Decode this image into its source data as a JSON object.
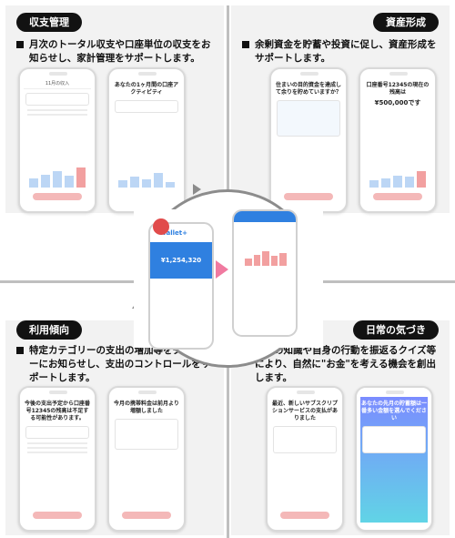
{
  "sections": {
    "income": {
      "title": "収支管理",
      "description": "月次のトータル収支や口座単位の収支をお知らせし、家計管理をサポートします。",
      "screen1": {
        "title": "11月の収入"
      },
      "screen2": {
        "title": "あなたの1ヶ月間の口座アクティビティ"
      }
    },
    "assets": {
      "title": "資産形成",
      "description": "余剰資金を貯蓄や投資に促し、資産形成をサポートします。",
      "screen1": {
        "headline": "住まいの目的資金を達成して余りを貯めていますか？"
      },
      "screen2": {
        "headline": "口座番号12345の現在の残高は",
        "amount": "¥500,000です"
      }
    },
    "trend": {
      "title": "利用傾向",
      "description": "特定カテゴリーの支出の増加等をタイムリーにお知らせし、支出のコントロールをサポートします。",
      "screen1": {
        "headline": "今後の支出予定から口座番号12345の残高は不足する可能性があります。"
      },
      "screen2": {
        "headline": "今月の携帯料金は前月より増額しました"
      }
    },
    "awareness": {
      "title": "日常の気づき",
      "description": "お金の知識や自身の行動を振返るクイズ等により、自然に\"お金\"を考える機会を創出します。",
      "screen1": {
        "headline": "最近、新しいサブスクリプションサービスの支払がありました"
      },
      "screen2": {
        "headline": "あなたの先月の貯蓄額は一番多い金額を選んでください"
      }
    }
  },
  "hub": {
    "app_name": "Wallet+",
    "balance": "¥1,254,320"
  }
}
